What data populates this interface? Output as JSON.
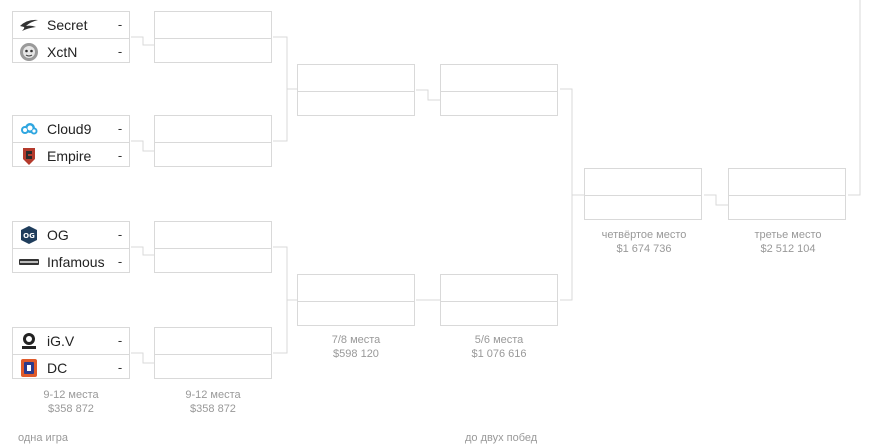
{
  "round1": {
    "matches": [
      {
        "teams": [
          {
            "name": "Secret",
            "score": "-",
            "logo": "secret-logo-icon"
          },
          {
            "name": "XctN",
            "score": "-",
            "logo": "xctn-logo-icon"
          }
        ]
      },
      {
        "teams": [
          {
            "name": "Cloud9",
            "score": "-",
            "logo": "cloud9-logo-icon"
          },
          {
            "name": "Empire",
            "score": "-",
            "logo": "empire-logo-icon"
          }
        ]
      },
      {
        "teams": [
          {
            "name": "OG",
            "score": "-",
            "logo": "og-logo-icon"
          },
          {
            "name": "Infamous",
            "score": "-",
            "logo": "infamous-logo-icon"
          }
        ]
      },
      {
        "teams": [
          {
            "name": "iG.V",
            "score": "-",
            "logo": "igv-logo-icon"
          },
          {
            "name": "DC",
            "score": "-",
            "logo": "dc-logo-icon"
          }
        ]
      }
    ],
    "place": "9-12 места",
    "prize": "$358 872"
  },
  "round2": {
    "place": "9-12 места",
    "prize": "$358 872"
  },
  "round3": {
    "place": "7/8 места",
    "prize": "$598 120"
  },
  "round4": {
    "place": "5/6 места",
    "prize": "$1 076 616"
  },
  "round5": {
    "place": "четвёртое место",
    "prize": "$1 674 736"
  },
  "round6": {
    "place": "третье место",
    "prize": "$2 512 104"
  },
  "footer": {
    "format1": "одна игра",
    "format2": "до двух побед"
  },
  "colors": {
    "border": "#d9d9d9",
    "muted_text": "#999999"
  }
}
